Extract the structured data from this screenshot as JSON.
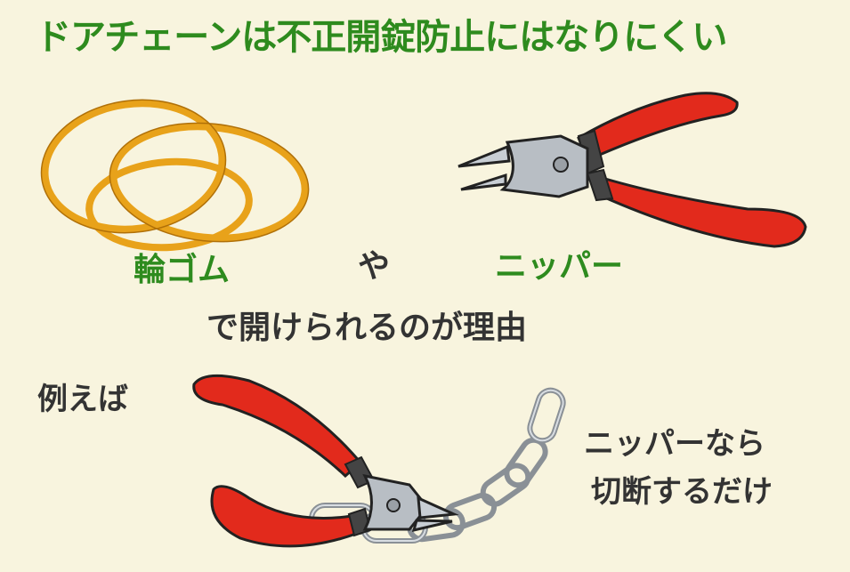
{
  "title": "ドアチェーンは不正開錠防止にはなりにくい",
  "labels": {
    "rubber_band": "輪ゴム",
    "ya": "や",
    "nipper": "ニッパー",
    "reason": "で開けられるのが理由",
    "example": "例えば",
    "nipper_nara": "ニッパーなら",
    "just_cut": "切断するだけ"
  },
  "colors": {
    "title_green": "#2e8b1e",
    "text_dark": "#333333",
    "background": "#f8f4de",
    "rubber_orange": "#e8a21a",
    "handle_red": "#e22a1c",
    "metal_gray": "#b8bec4"
  },
  "illustrations": [
    "rubber-band-icon",
    "nipper-icon",
    "nipper-cutting-chain-icon"
  ]
}
